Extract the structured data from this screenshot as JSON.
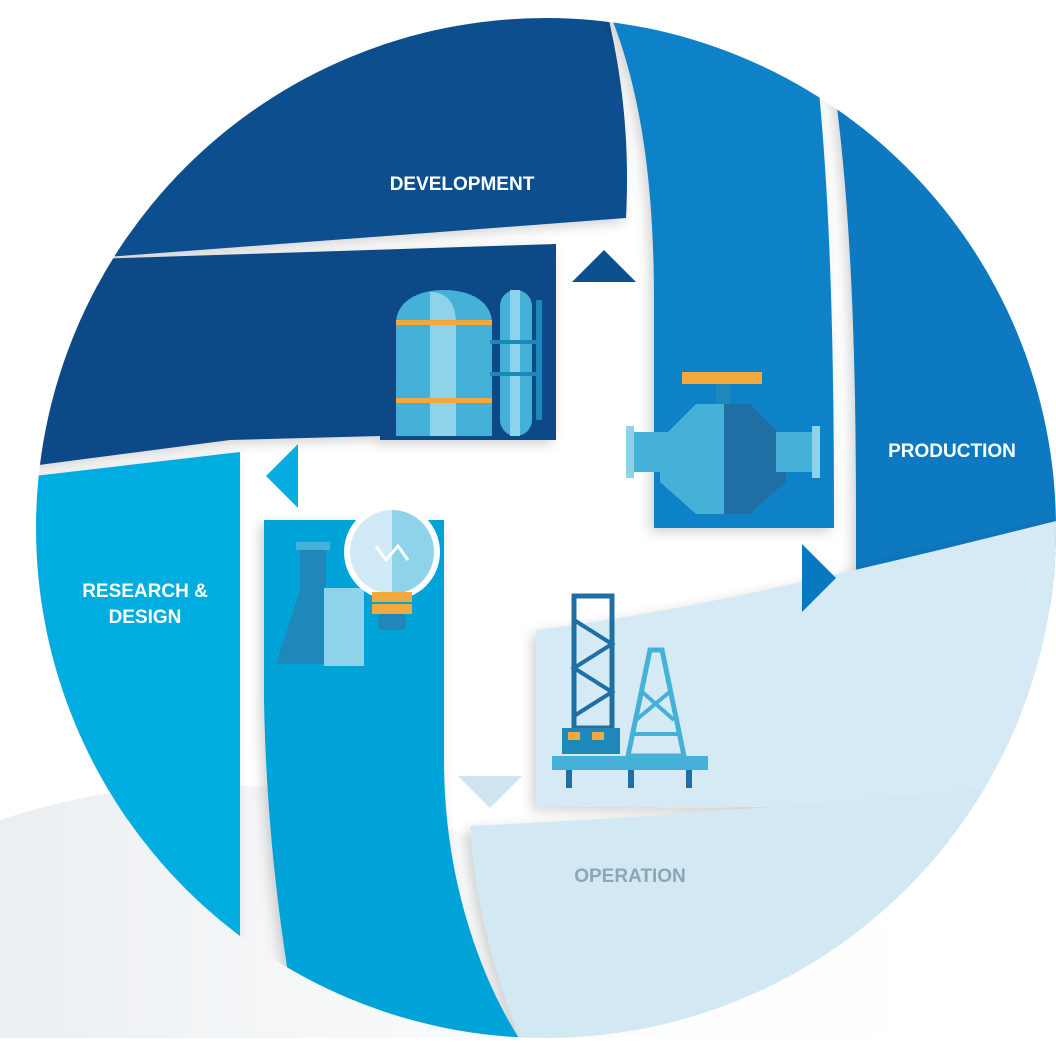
{
  "segments": {
    "development": {
      "label": "DEVELOPMENT"
    },
    "production": {
      "label": "PRODUCTION"
    },
    "operation": {
      "label": "OPERATION"
    },
    "research_design": {
      "label_line1": "RESEARCH &",
      "label_line2": "DESIGN"
    }
  },
  "colors": {
    "development": "#0b4f8e",
    "production": "#0879c0",
    "operation": "#d5eaf5",
    "research_design": "#05ade0",
    "label_light": "#ffffff",
    "label_operation": "#8ba6b6",
    "icon_light": "#8ed3ea",
    "icon_mid": "#45b1d8",
    "icon_dark": "#1f88bb",
    "icon_accent": "#f0a93a"
  },
  "icons": [
    "storage-tank-icon",
    "valve-pump-icon",
    "lab-flask-icon",
    "light-bulb-icon",
    "oil-rig-icon"
  ]
}
